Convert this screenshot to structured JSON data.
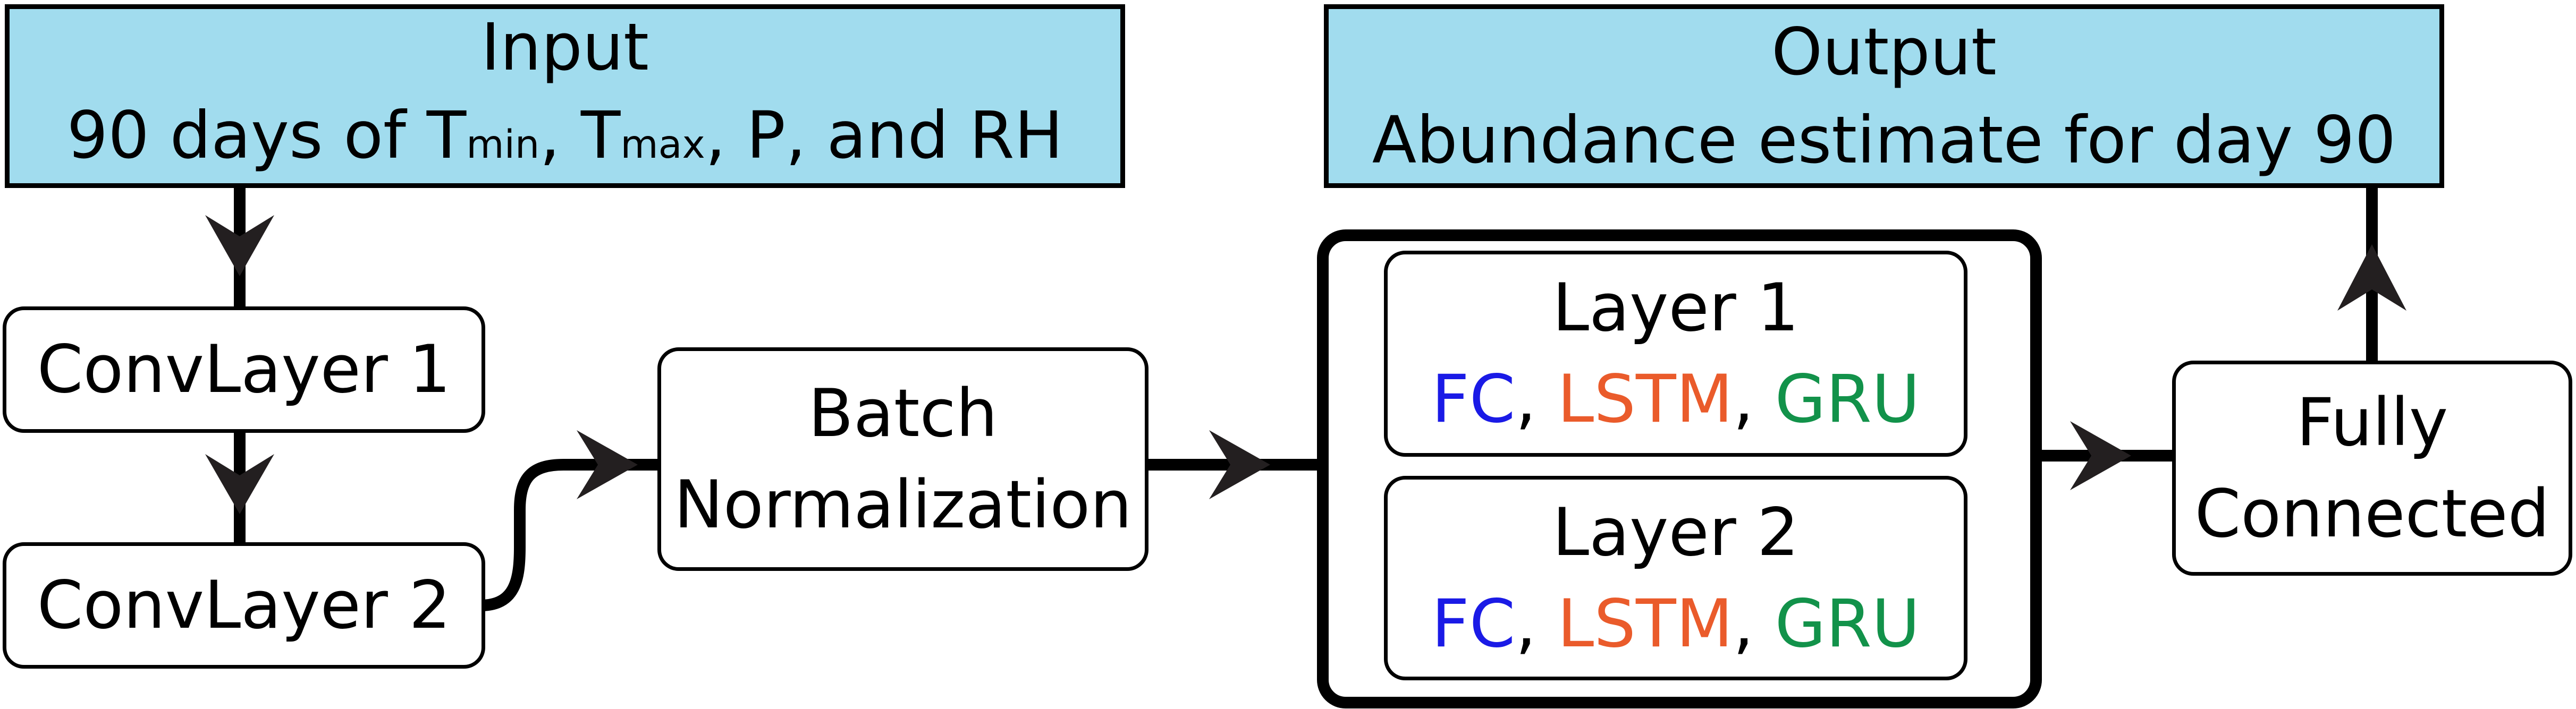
{
  "input": {
    "title": "Input",
    "desc_prefix": "90 days of T",
    "sub1": "min",
    "mid": ", T",
    "sub2": "max",
    "desc_suffix": ", P, and RH"
  },
  "output": {
    "title": "Output",
    "desc": "Abundance estimate for day 90"
  },
  "conv1": {
    "label": "ConvLayer 1"
  },
  "conv2": {
    "label": "ConvLayer 2"
  },
  "batchnorm": {
    "line1": "Batch",
    "line2": "Normalization"
  },
  "layer1": {
    "title": "Layer 1",
    "opt1": "FC",
    "opt2": "LSTM",
    "opt3": "GRU"
  },
  "layer2": {
    "title": "Layer 2",
    "opt1": "FC",
    "opt2": "LSTM",
    "opt3": "GRU"
  },
  "separator": ", ",
  "fully_connected": {
    "line1": "Fully",
    "line2": "Connected"
  },
  "colors": {
    "io_fill": "#a1dcee",
    "fc": "#1a1ae6",
    "lstm": "#ea5b2b",
    "gru": "#12924a",
    "line": "#000000"
  }
}
